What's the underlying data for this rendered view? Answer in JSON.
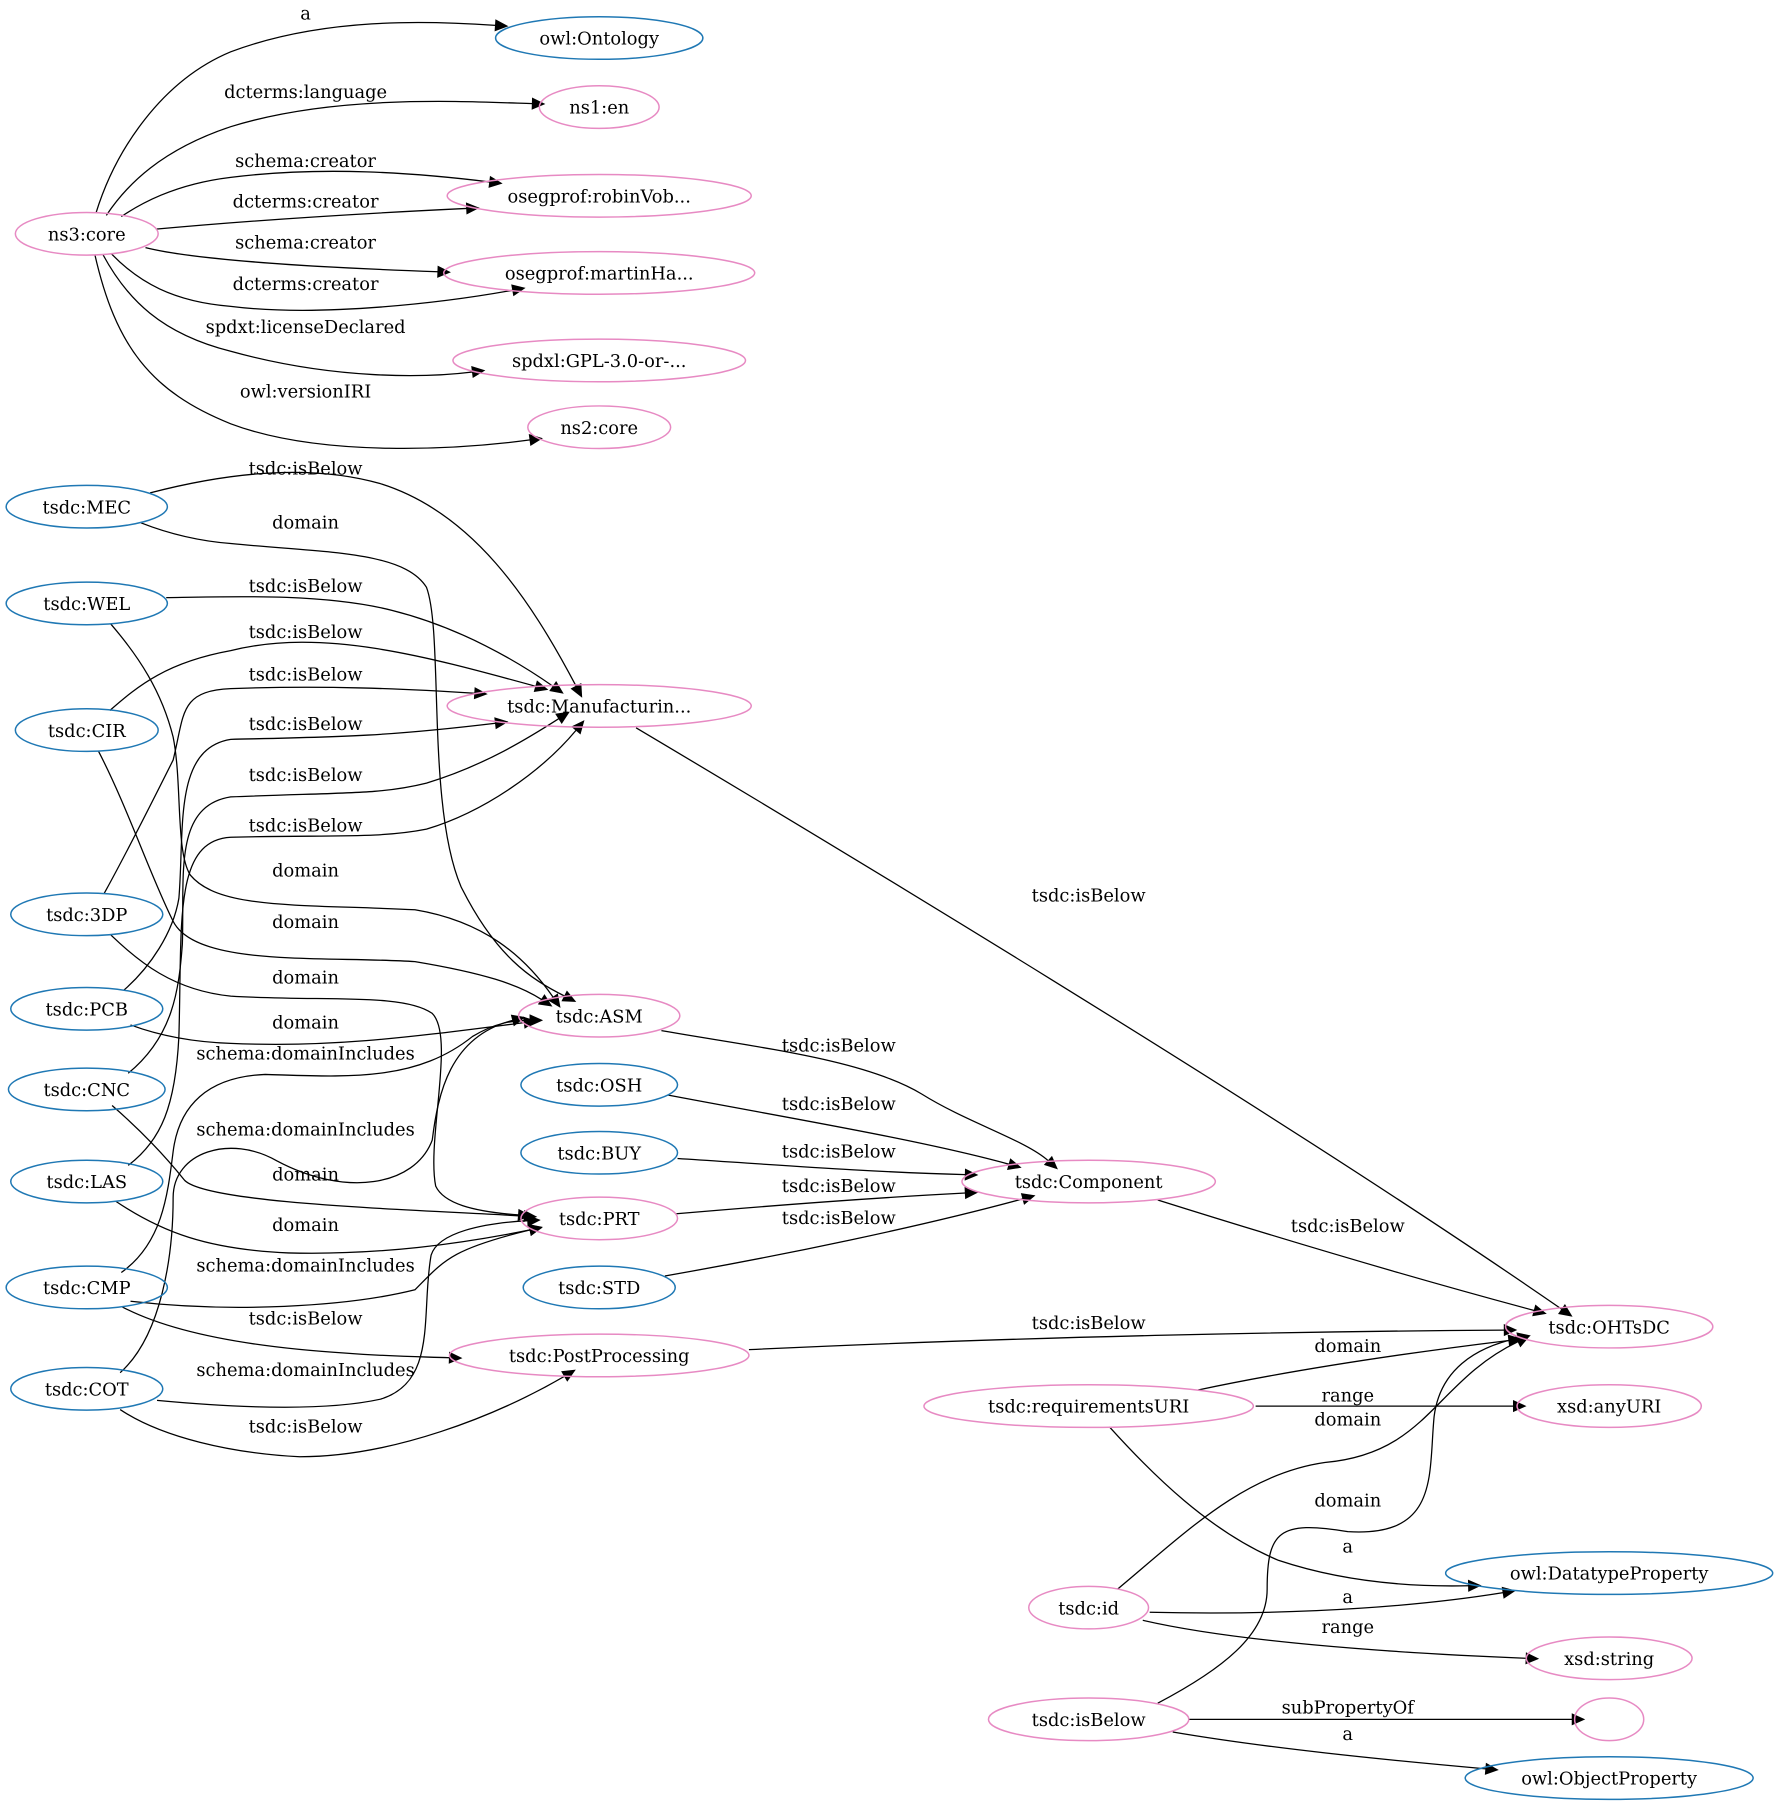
{
  "colors": {
    "class_node": "#1f78b4",
    "resource_node": "#e78ac3",
    "edge": "#000000",
    "background": "#ffffff"
  },
  "nodes": [
    {
      "id": "ns3_core",
      "label": "ns3:core",
      "kind": "resource"
    },
    {
      "id": "owl_ontology",
      "label": "owl:Ontology",
      "kind": "class"
    },
    {
      "id": "ns1_en",
      "label": "ns1:en",
      "kind": "resource"
    },
    {
      "id": "robin",
      "label": "osegprof:robinVob...",
      "kind": "resource"
    },
    {
      "id": "martin",
      "label": "osegprof:martinHa...",
      "kind": "resource"
    },
    {
      "id": "gpl",
      "label": "spdxl:GPL-3.0-or-...",
      "kind": "resource"
    },
    {
      "id": "ns2_core",
      "label": "ns2:core",
      "kind": "resource"
    },
    {
      "id": "mec",
      "label": "tsdc:MEC",
      "kind": "class"
    },
    {
      "id": "wel",
      "label": "tsdc:WEL",
      "kind": "class"
    },
    {
      "id": "cir",
      "label": "tsdc:CIR",
      "kind": "class"
    },
    {
      "id": "manuf",
      "label": "tsdc:Manufacturin...",
      "kind": "resource"
    },
    {
      "id": "p3dp",
      "label": "tsdc:3DP",
      "kind": "class"
    },
    {
      "id": "pcb",
      "label": "tsdc:PCB",
      "kind": "class"
    },
    {
      "id": "asm",
      "label": "tsdc:ASM",
      "kind": "resource"
    },
    {
      "id": "cnc",
      "label": "tsdc:CNC",
      "kind": "class"
    },
    {
      "id": "osh",
      "label": "tsdc:OSH",
      "kind": "class"
    },
    {
      "id": "buy",
      "label": "tsdc:BUY",
      "kind": "class"
    },
    {
      "id": "las",
      "label": "tsdc:LAS",
      "kind": "class"
    },
    {
      "id": "component",
      "label": "tsdc:Component",
      "kind": "resource"
    },
    {
      "id": "prt",
      "label": "tsdc:PRT",
      "kind": "resource"
    },
    {
      "id": "cmp",
      "label": "tsdc:CMP",
      "kind": "class"
    },
    {
      "id": "std",
      "label": "tsdc:STD",
      "kind": "class"
    },
    {
      "id": "ohtsdc",
      "label": "tsdc:OHTsDC",
      "kind": "resource"
    },
    {
      "id": "postproc",
      "label": "tsdc:PostProcessing",
      "kind": "resource"
    },
    {
      "id": "cot",
      "label": "tsdc:COT",
      "kind": "class"
    },
    {
      "id": "requri",
      "label": "tsdc:requirementsURI",
      "kind": "resource"
    },
    {
      "id": "anyuri",
      "label": "xsd:anyURI",
      "kind": "resource"
    },
    {
      "id": "datatypeprop",
      "label": "owl:DatatypeProperty",
      "kind": "class"
    },
    {
      "id": "tsdc_id",
      "label": "tsdc:id",
      "kind": "resource"
    },
    {
      "id": "xsd_string",
      "label": "xsd:string",
      "kind": "resource"
    },
    {
      "id": "isbelow",
      "label": "tsdc:isBelow",
      "kind": "resource"
    },
    {
      "id": "blank",
      "label": "",
      "kind": "resource"
    },
    {
      "id": "objectprop",
      "label": "owl:ObjectProperty",
      "kind": "class"
    }
  ],
  "edges": [
    {
      "from": "ns3_core",
      "to": "owl_ontology",
      "label": "a"
    },
    {
      "from": "ns3_core",
      "to": "ns1_en",
      "label": "dcterms:language"
    },
    {
      "from": "ns3_core",
      "to": "robin",
      "label": "schema:creator"
    },
    {
      "from": "ns3_core",
      "to": "robin",
      "label": "dcterms:creator"
    },
    {
      "from": "ns3_core",
      "to": "martin",
      "label": "schema:creator"
    },
    {
      "from": "ns3_core",
      "to": "martin",
      "label": "dcterms:creator"
    },
    {
      "from": "ns3_core",
      "to": "gpl",
      "label": "spdxt:licenseDeclared"
    },
    {
      "from": "ns3_core",
      "to": "ns2_core",
      "label": "owl:versionIRI"
    },
    {
      "from": "mec",
      "to": "manuf",
      "label": "tsdc:isBelow"
    },
    {
      "from": "mec",
      "to": "asm",
      "label": "domain"
    },
    {
      "from": "wel",
      "to": "manuf",
      "label": "tsdc:isBelow"
    },
    {
      "from": "cir",
      "to": "manuf",
      "label": "tsdc:isBelow"
    },
    {
      "from": "p3dp",
      "to": "manuf",
      "label": "tsdc:isBelow"
    },
    {
      "from": "pcb",
      "to": "manuf",
      "label": "tsdc:isBelow"
    },
    {
      "from": "cnc",
      "to": "manuf",
      "label": "tsdc:isBelow"
    },
    {
      "from": "las",
      "to": "manuf",
      "label": "tsdc:isBelow"
    },
    {
      "from": "wel",
      "to": "asm",
      "label": "domain"
    },
    {
      "from": "cir",
      "to": "asm",
      "label": "domain"
    },
    {
      "from": "p3dp",
      "to": "prt",
      "label": "domain"
    },
    {
      "from": "pcb",
      "to": "asm",
      "label": "domain"
    },
    {
      "from": "cmp",
      "to": "asm",
      "label": "schema:domainIncludes"
    },
    {
      "from": "cot",
      "to": "asm",
      "label": "schema:domainIncludes"
    },
    {
      "from": "cnc",
      "to": "prt",
      "label": "domain"
    },
    {
      "from": "las",
      "to": "prt",
      "label": "domain"
    },
    {
      "from": "cmp",
      "to": "prt",
      "label": "schema:domainIncludes"
    },
    {
      "from": "cmp",
      "to": "postproc",
      "label": "tsdc:isBelow"
    },
    {
      "from": "cot",
      "to": "prt",
      "label": "schema:domainIncludes"
    },
    {
      "from": "cot",
      "to": "postproc",
      "label": "tsdc:isBelow"
    },
    {
      "from": "manuf",
      "to": "ohtsdc",
      "label": "tsdc:isBelow"
    },
    {
      "from": "asm",
      "to": "component",
      "label": "tsdc:isBelow"
    },
    {
      "from": "osh",
      "to": "component",
      "label": "tsdc:isBelow"
    },
    {
      "from": "buy",
      "to": "component",
      "label": "tsdc:isBelow"
    },
    {
      "from": "prt",
      "to": "component",
      "label": "tsdc:isBelow"
    },
    {
      "from": "std",
      "to": "component",
      "label": "tsdc:isBelow"
    },
    {
      "from": "component",
      "to": "ohtsdc",
      "label": "tsdc:isBelow"
    },
    {
      "from": "postproc",
      "to": "ohtsdc",
      "label": "tsdc:isBelow"
    },
    {
      "from": "requri",
      "to": "ohtsdc",
      "label": "domain"
    },
    {
      "from": "requri",
      "to": "anyuri",
      "label": "range"
    },
    {
      "from": "tsdc_id",
      "to": "ohtsdc",
      "label": "domain"
    },
    {
      "from": "isbelow",
      "to": "ohtsdc",
      "label": "domain"
    },
    {
      "from": "requri",
      "to": "datatypeprop",
      "label": "a"
    },
    {
      "from": "tsdc_id",
      "to": "datatypeprop",
      "label": "a"
    },
    {
      "from": "tsdc_id",
      "to": "xsd_string",
      "label": "range"
    },
    {
      "from": "isbelow",
      "to": "blank",
      "label": "subPropertyOf"
    },
    {
      "from": "isbelow",
      "to": "objectprop",
      "label": "a"
    }
  ]
}
